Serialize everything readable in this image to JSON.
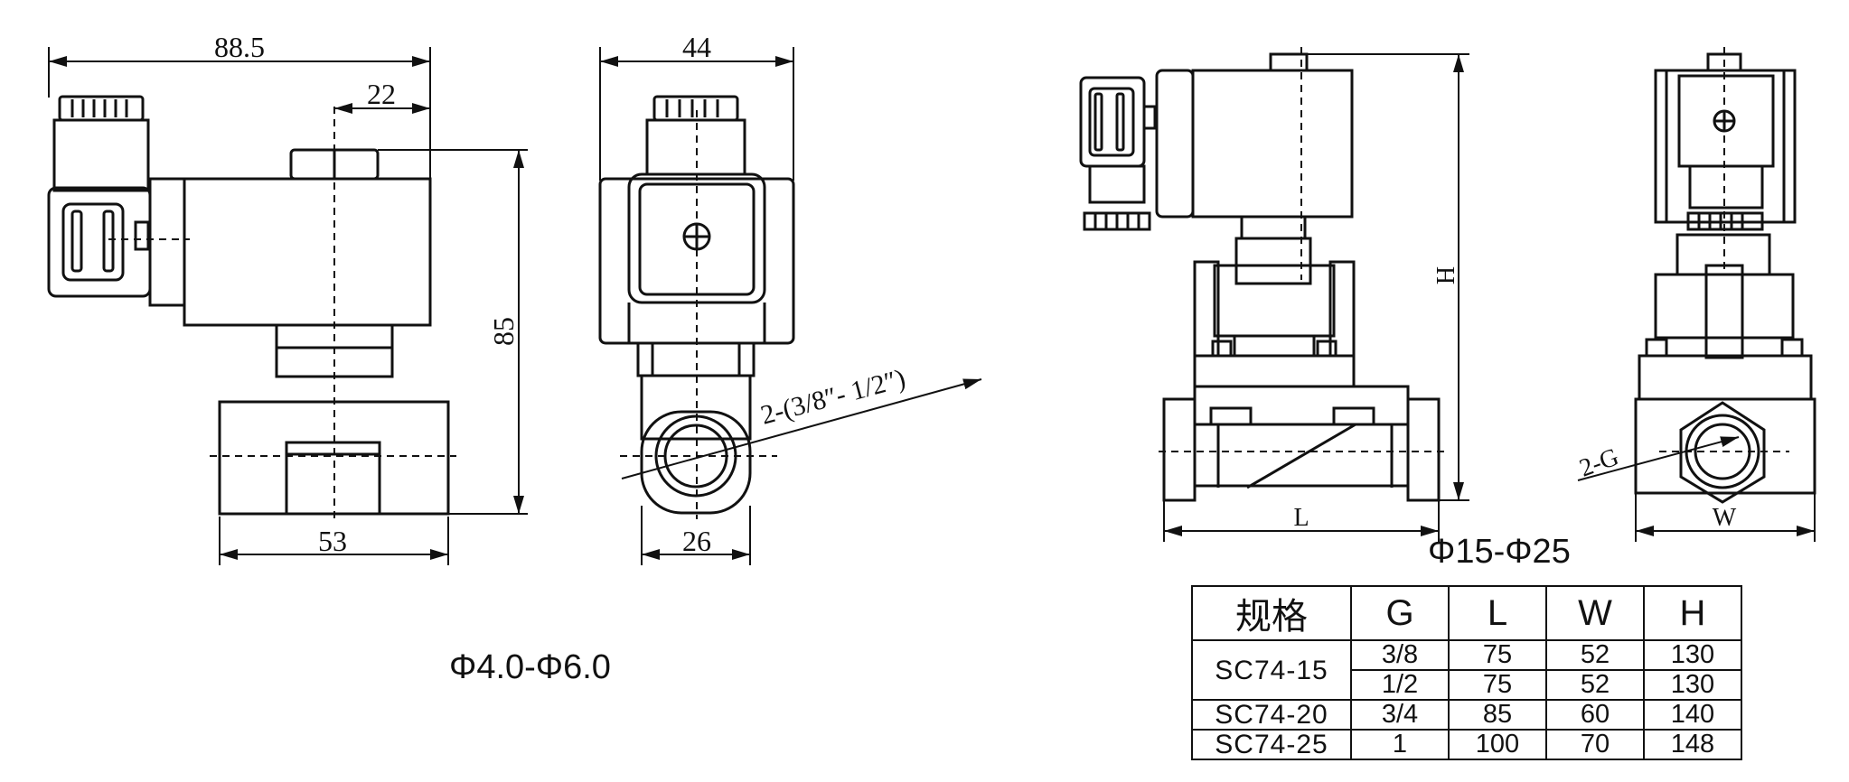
{
  "dims_small": {
    "width_total": "88.5",
    "offset": "22",
    "width_front": "44",
    "height": "85",
    "body_length": "53",
    "port_width": "26",
    "thread": "2-(3/8″- 1/2″)"
  },
  "dims_large": {
    "height": "H",
    "length": "L",
    "width": "W",
    "thread": "2-G"
  },
  "captions": {
    "small_range": "Φ4.0-Φ6.0",
    "large_range": "Φ15-Φ25"
  },
  "table": {
    "headers": [
      "规格",
      "G",
      "L",
      "W",
      "H"
    ],
    "rows": [
      {
        "model": "SC74-15",
        "G": "3/8",
        "L": "75",
        "W": "52",
        "H": "130"
      },
      {
        "model": "",
        "G": "1/2",
        "L": "75",
        "W": "52",
        "H": "130"
      },
      {
        "model": "SC74-20",
        "G": "3/4",
        "L": "85",
        "W": "60",
        "H": "140"
      },
      {
        "model": "SC74-25",
        "G": "1",
        "L": "100",
        "W": "70",
        "H": "148"
      }
    ]
  },
  "colors": {
    "line": "#111111",
    "background": "#ffffff"
  }
}
